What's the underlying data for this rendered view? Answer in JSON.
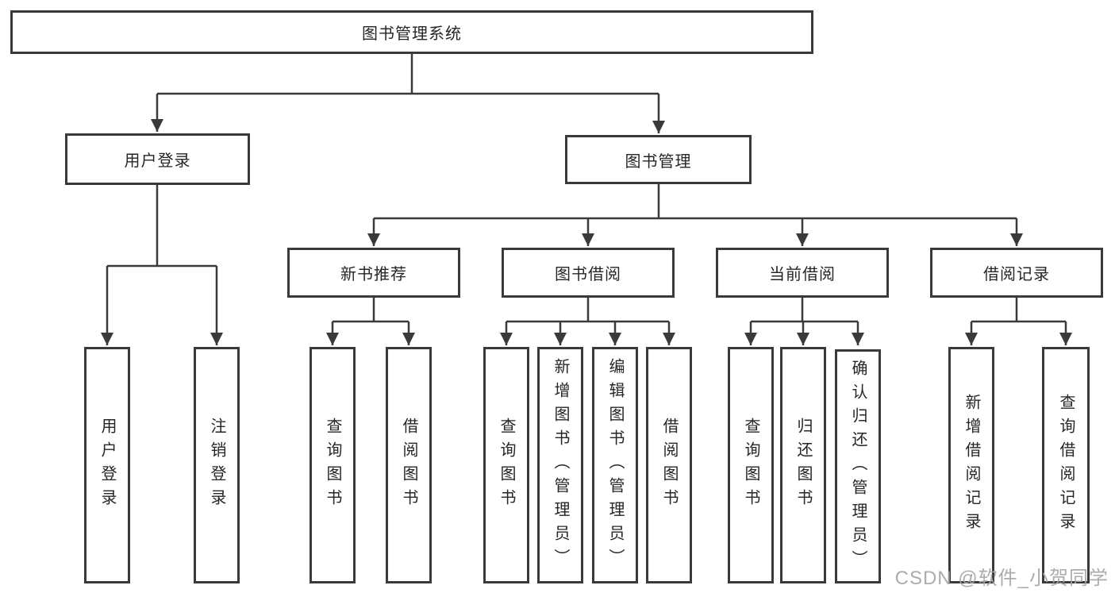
{
  "tree": {
    "label": "图书管理系统",
    "children": [
      {
        "label": "用户登录",
        "children": [
          {
            "label": "用户登录"
          },
          {
            "label": "注销登录"
          }
        ]
      },
      {
        "label": "图书管理",
        "children": [
          {
            "label": "新书推荐",
            "children": [
              {
                "label": "查询图书"
              },
              {
                "label": "借阅图书"
              }
            ]
          },
          {
            "label": "图书借阅",
            "children": [
              {
                "label": "查询图书"
              },
              {
                "label": "新增图书（管理员）"
              },
              {
                "label": "编辑图书（管理员）"
              },
              {
                "label": "借阅图书"
              }
            ]
          },
          {
            "label": "当前借阅",
            "children": [
              {
                "label": "查询图书"
              },
              {
                "label": "归还图书"
              },
              {
                "label": "确认归还（管理员）"
              }
            ]
          },
          {
            "label": "借阅记录",
            "children": [
              {
                "label": "新增借阅记录"
              },
              {
                "label": "查询借阅记录"
              }
            ]
          }
        ]
      }
    ]
  },
  "watermark": "CSDN @软件_小贺同学",
  "colors": {
    "line": "#3a3a3a",
    "box_border": "#3a3a3a",
    "box_fill": "#ffffff",
    "text": "#262626",
    "watermark": "#a5a5a5"
  }
}
